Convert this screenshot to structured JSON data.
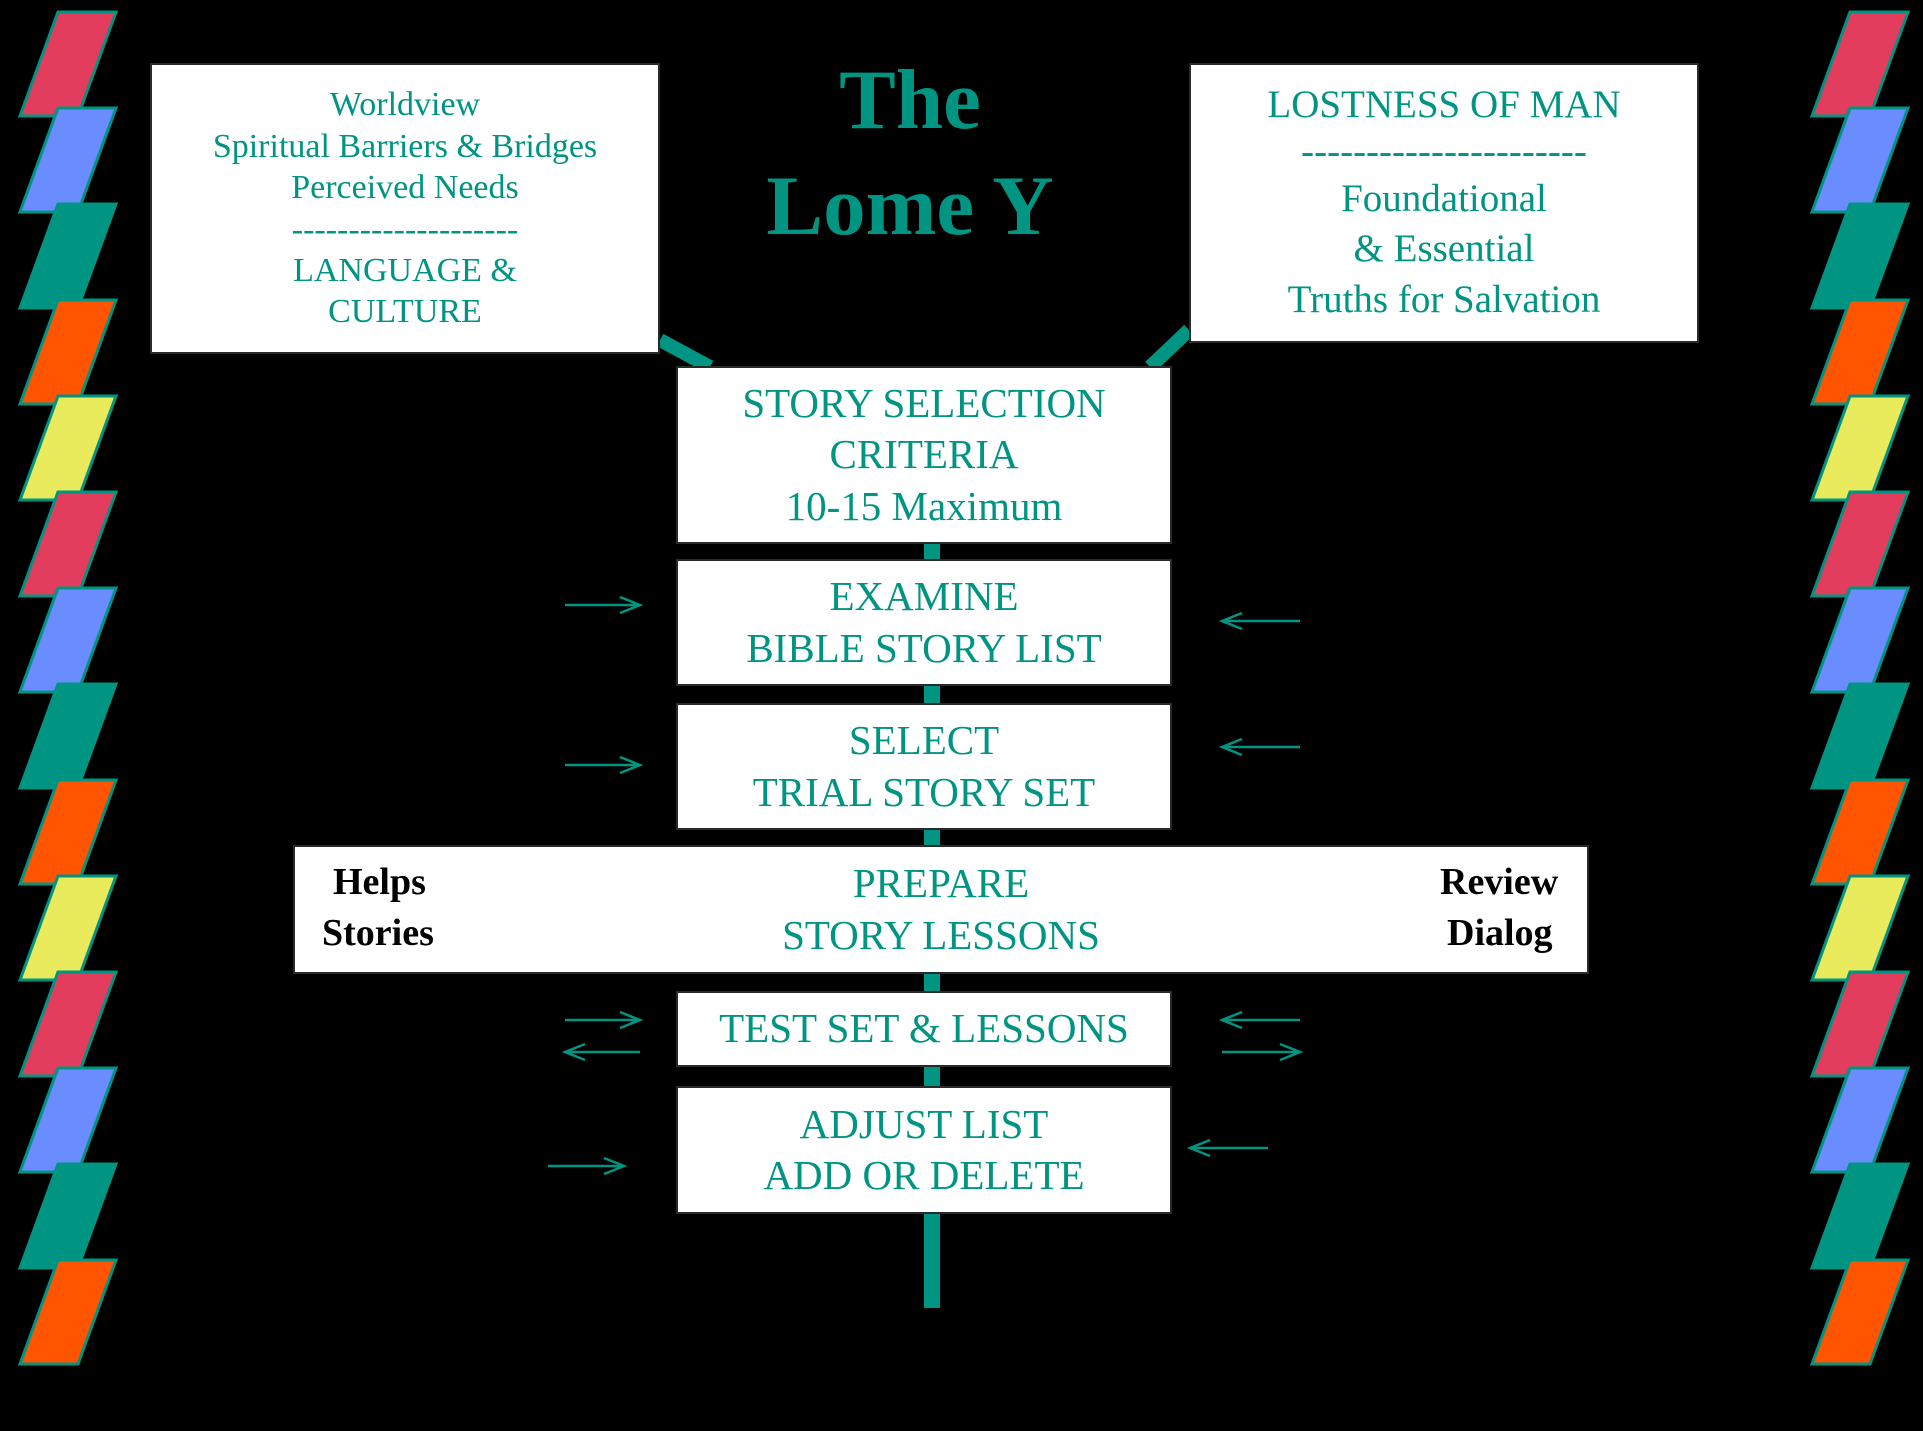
{
  "title": {
    "line1": "The",
    "line2": "Lome Y"
  },
  "colors": {
    "background": "#000000",
    "teal": "#009483",
    "box_fill": "#ffffff",
    "stripe_colors": [
      "#e23d5c",
      "#6b8cff",
      "#009483",
      "#ff5500",
      "#e9ea5c"
    ]
  },
  "top_left_box": {
    "lines": [
      "Worldview",
      "Spiritual Barriers & Bridges",
      "Perceived Needs",
      "--------------------",
      "LANGUAGE &",
      "CULTURE"
    ]
  },
  "top_right_box": {
    "lines": [
      "LOSTNESS OF MAN",
      "----------------------",
      "Foundational",
      "& Essential",
      "Truths for Salvation"
    ]
  },
  "steps": {
    "criteria": [
      "STORY SELECTION",
      "CRITERIA",
      "10-15 Maximum"
    ],
    "examine": [
      "EXAMINE",
      "BIBLE STORY LIST"
    ],
    "select": [
      "SELECT",
      "TRIAL STORY SET"
    ],
    "prepare": [
      "PREPARE",
      "STORY LESSONS"
    ],
    "test": [
      "TEST SET & LESSONS"
    ],
    "adjust": [
      "ADJUST LIST",
      "ADD OR DELETE"
    ]
  },
  "side_labels": {
    "helps": "Helps",
    "stories": "Stories",
    "review": "Review",
    "dialog": "Dialog"
  }
}
